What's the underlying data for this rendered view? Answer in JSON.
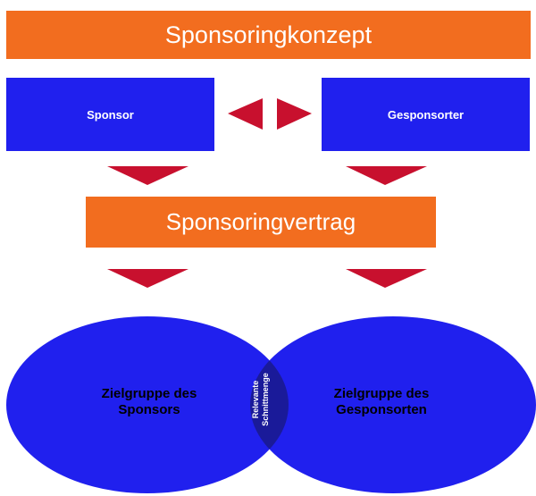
{
  "diagram": {
    "title": "Sponsoringkonzept",
    "sponsor": "Sponsor",
    "gesponsorter": "Gesponsorter",
    "contract": "Sponsoringvertrag",
    "target_left": {
      "line1": "Zielgruppe des",
      "line2": "Sponsors"
    },
    "target_right": {
      "line1": "Zielgruppe des",
      "line2": "Gesponsorten"
    },
    "overlap": {
      "line1": "Relevante",
      "line2": "Schnittmenge"
    }
  },
  "colors": {
    "orange": "#f26d1f",
    "blue": "#2020ee",
    "overlap": "#1a1a99",
    "arrow": "#c8102e"
  }
}
